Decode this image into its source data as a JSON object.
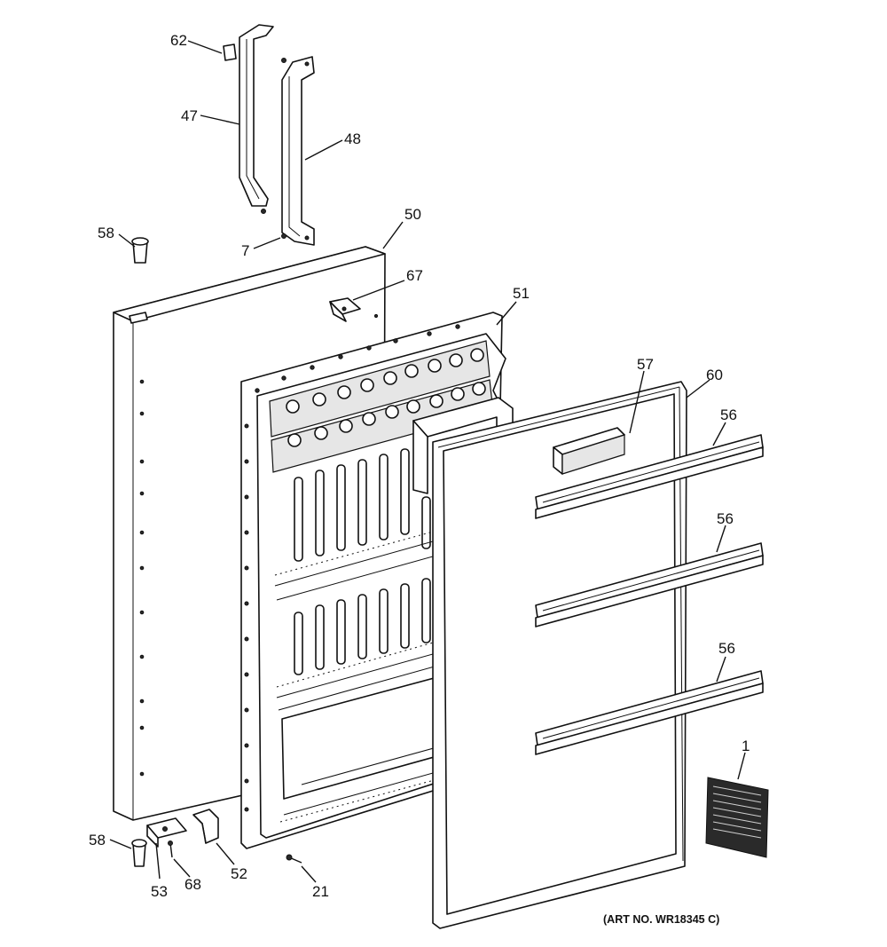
{
  "labels": {
    "l1": "1",
    "l7": "7",
    "l21": "21",
    "l47": "47",
    "l48": "48",
    "l50": "50",
    "l51": "51",
    "l52": "52",
    "l53": "53",
    "l56a": "56",
    "l56b": "56",
    "l56c": "56",
    "l57": "57",
    "l58a": "58",
    "l58b": "58",
    "l60": "60",
    "l62": "62",
    "l67": "67",
    "l68": "68"
  },
  "art_number": "(ART NO. WR18345 C)"
}
